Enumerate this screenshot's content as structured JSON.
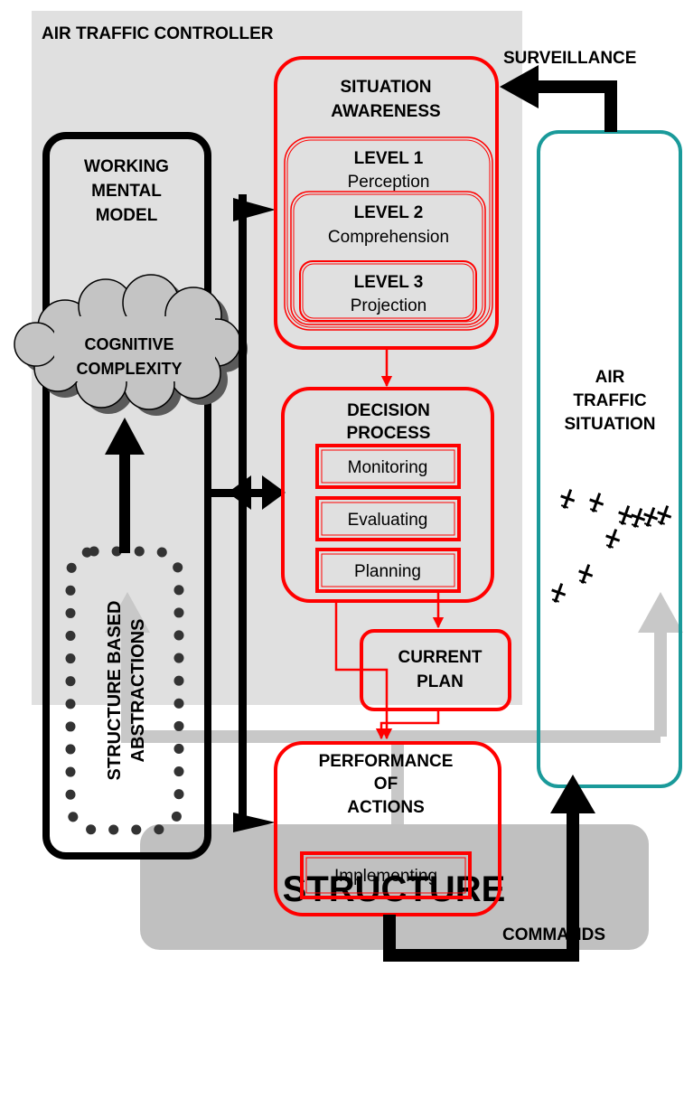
{
  "diagram": {
    "controller_title": "AIR TRAFFIC CONTROLLER",
    "surveillance_label": "SURVEILLANCE",
    "commands_label": "COMMANDS",
    "working_mental_model": [
      "WORKING",
      "MENTAL",
      "MODEL"
    ],
    "cognitive_complexity": [
      "COGNITIVE",
      "COMPLEXITY"
    ],
    "structure_based_abstractions": [
      "STRUCTURE BASED",
      "ABSTRACTIONS"
    ],
    "situation_awareness": {
      "title": [
        "SITUATION",
        "AWARENESS"
      ],
      "level1": {
        "title": "LEVEL 1",
        "sub": "Perception"
      },
      "level2": {
        "title": "LEVEL 2",
        "sub": "Comprehension"
      },
      "level3": {
        "title": "LEVEL 3",
        "sub": "Projection"
      }
    },
    "decision_process": {
      "title": [
        "DECISION",
        "PROCESS"
      ],
      "steps": [
        "Monitoring",
        "Evaluating",
        "Planning"
      ]
    },
    "current_plan": [
      "CURRENT",
      "PLAN"
    ],
    "performance_of_actions": {
      "title": [
        "PERFORMANCE",
        "OF",
        "ACTIONS"
      ],
      "step": "Implementing"
    },
    "air_traffic_situation": [
      "AIR",
      "TRAFFIC",
      "SITUATION"
    ],
    "structure_label": "STRUCTURE",
    "colors": {
      "controller_bg": "#e0e0e0",
      "accent_red": "#ff0000",
      "situation_teal": "#1a9a9a",
      "gray_arrow": "#c8c8c8",
      "structure_box": "#c0c0c0",
      "cloud": "#c4c4c4"
    }
  }
}
